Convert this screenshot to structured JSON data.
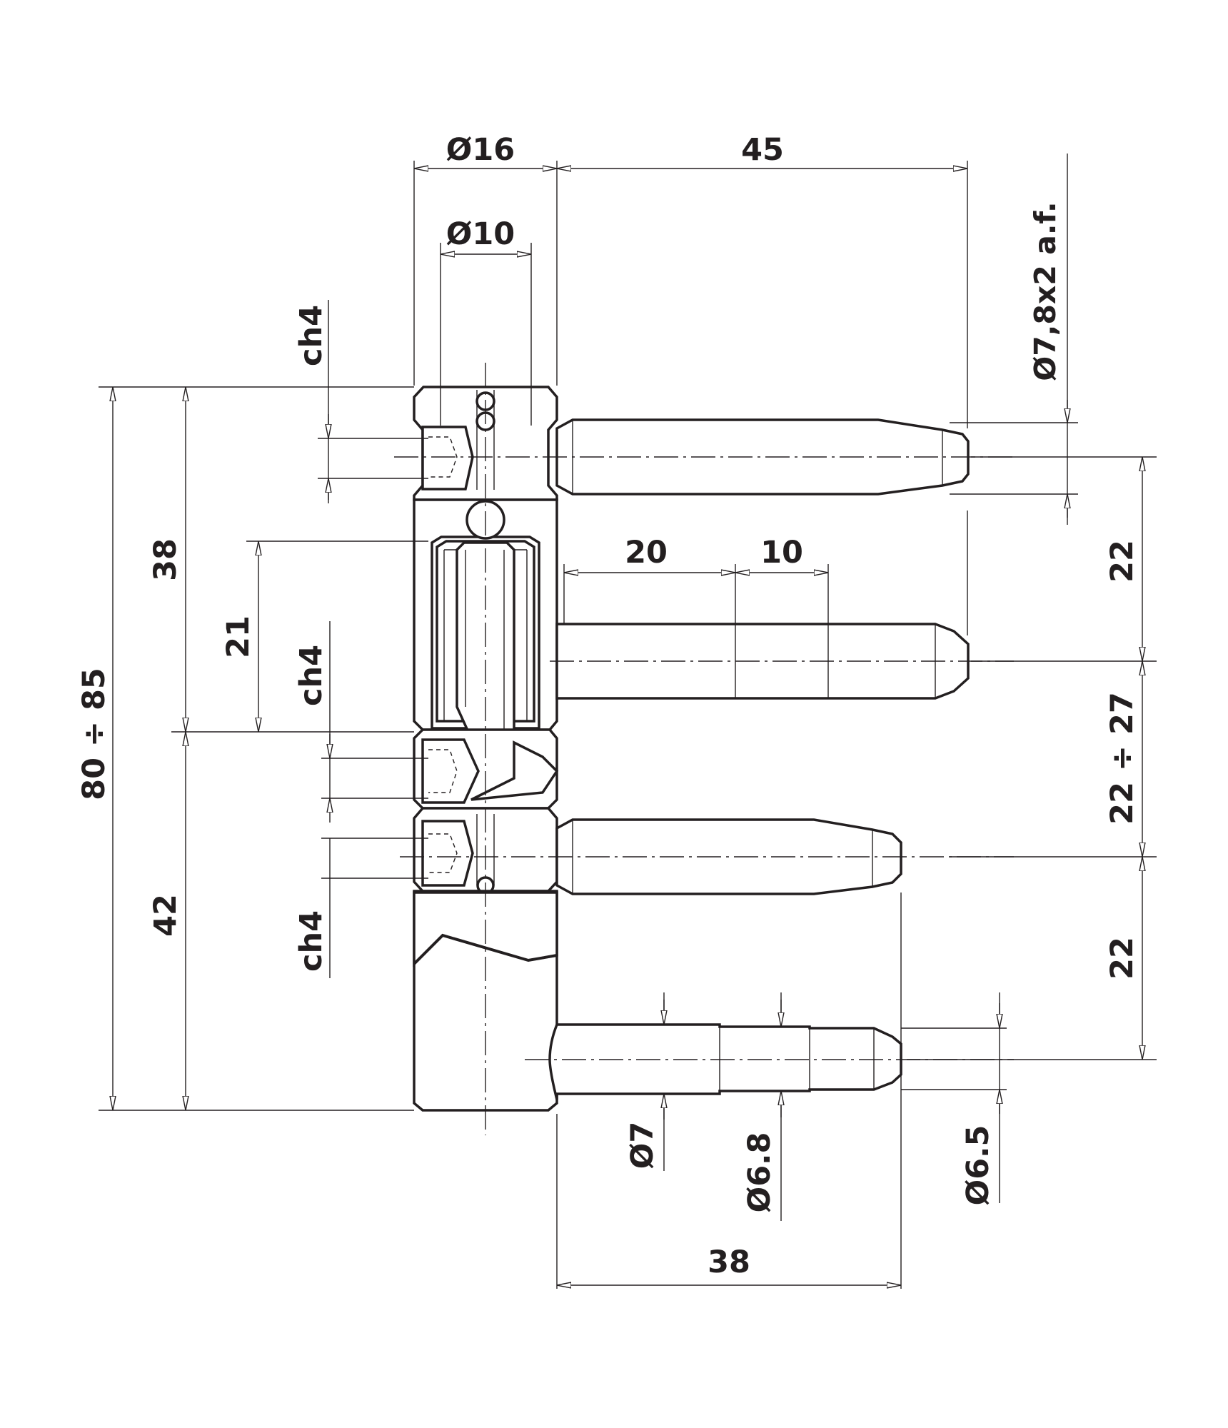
{
  "dimensions": {
    "dia_16": "Ø16",
    "dist_45": "45",
    "dia_10": "Ø10",
    "pin_top_dia": "Ø7,8x2 a.f.",
    "ch4_top": "ch4",
    "ch4_mid": "ch4",
    "ch4_bottom": "ch4",
    "len_20": "20",
    "len_10": "10",
    "height_38": "38",
    "height_21": "21",
    "height_42": "42",
    "total_height": "80 ÷ 85",
    "spacing_top": "22",
    "spacing_mid": "22 ÷ 27",
    "spacing_bottom": "22",
    "dia_7": "Ø7",
    "dia_6_8": "Ø6.8",
    "dia_6_5": "Ø6.5",
    "len_38": "38"
  }
}
